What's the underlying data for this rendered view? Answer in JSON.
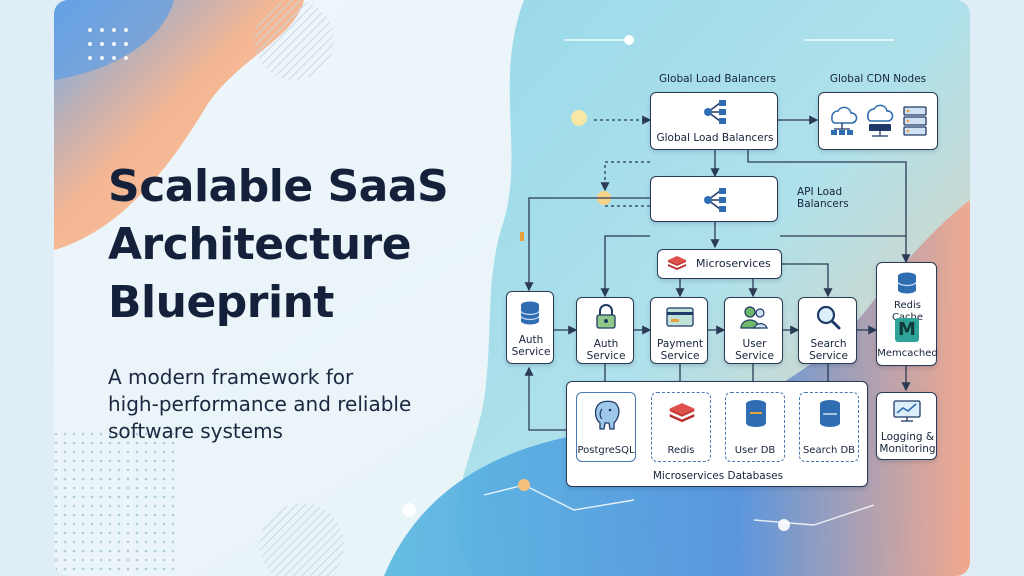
{
  "heading": {
    "title_line1": "Scalable SaaS",
    "title_line2": "Architecture",
    "title_line3": "Blueprint",
    "subtitle_line1": "A modern framework for",
    "subtitle_line2": "high-performance and reliable",
    "subtitle_line3": "software systems"
  },
  "diagram": {
    "global_lb_header": "Global Load Balancers",
    "global_lb_label": "Global Load Balancers",
    "cdn_header": "Global CDN Nodes",
    "api_lb_line1": "API Load",
    "api_lb_line2": "Balancers",
    "microservices_label": "Microservices",
    "auth_left_line1": "Auth",
    "auth_left_line2": "Service",
    "auth_line1": "Auth",
    "auth_line2": "Service",
    "payment_line1": "Payment",
    "payment_line2": "Service",
    "user_line1": "User",
    "user_line2": "Service",
    "search_line1": "Search",
    "search_line2": "Service",
    "redis_cache_label": "Redis Cache",
    "memcached_label": "Memcached",
    "logging_line1": "Logging &",
    "logging_line2": "Monitoring",
    "db_group_label": "Microservices Databases",
    "postgres_label": "PostgreSQL",
    "redis_db_label": "Redis",
    "user_db_label": "User DB",
    "search_db_label": "Search DB",
    "memcached_logo_letter": "M"
  },
  "colors": {
    "title": "#15213a",
    "node_border": "#2b3a55",
    "icon_blue": "#2f6db2",
    "icon_navy": "#1f3a66",
    "redis_red": "#d93b3b",
    "memcached_teal": "#2fa39a",
    "lock_green": "#6fb96b"
  }
}
